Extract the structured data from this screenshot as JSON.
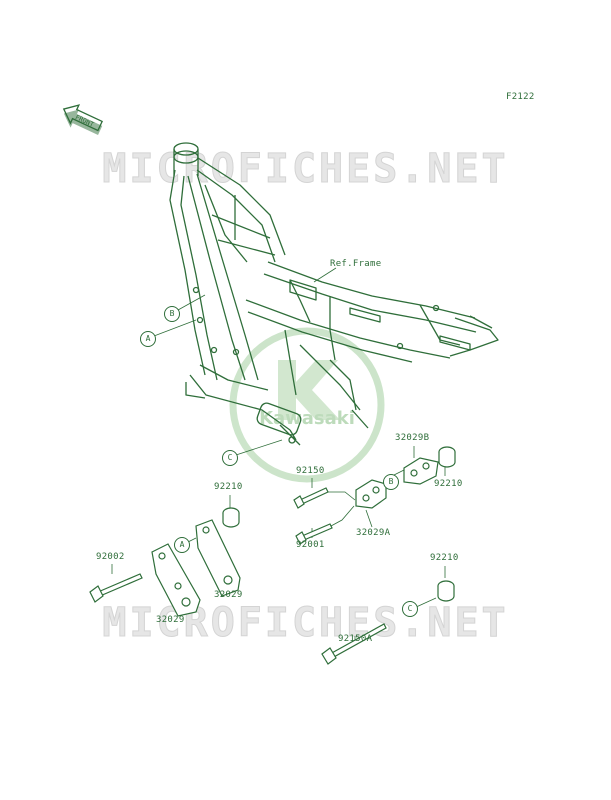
{
  "figure_code": "F2122",
  "front_label": "FRONT",
  "watermark_top": "MICROFICHES.NET",
  "watermark_bottom": "MICROFICHES.NET",
  "logo_text": "Kawasaki",
  "ref_frame": "Ref.Frame",
  "callouts": {
    "a1": "A",
    "b1": "B",
    "c1": "C",
    "a2": "A",
    "b2": "B",
    "c2": "C"
  },
  "parts": {
    "p32029B": "32029B",
    "p92150": "92150",
    "p92210_right": "92210",
    "p92210_mid": "92210",
    "p92001": "92001",
    "p32029A": "32029A",
    "p92002": "92002",
    "p32029_right": "32029",
    "p32029_left": "32029",
    "p92210_lower": "92210",
    "p92150A": "92150A"
  },
  "colors": {
    "line": "#2f6e3a",
    "watermark": "#e6e6e6",
    "logo": "#b9d9b7"
  }
}
